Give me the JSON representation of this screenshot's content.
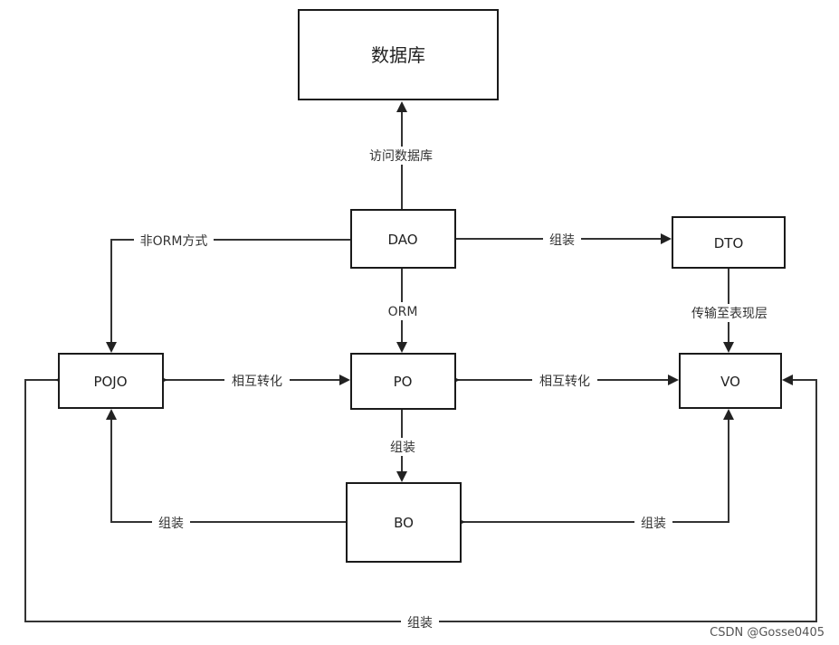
{
  "nodes": {
    "database": "数据库",
    "dao": "DAO",
    "dto": "DTO",
    "pojo": "POJO",
    "po": "PO",
    "vo": "VO",
    "bo": "BO"
  },
  "edges": {
    "dao_to_database": "访问数据库",
    "dao_to_pojo": "非ORM方式",
    "dao_to_dto": "组装",
    "dao_to_po": "ORM",
    "dto_to_vo": "传输至表现层",
    "pojo_po": "相互转化",
    "po_vo": "相互转化",
    "po_to_bo": "组装",
    "bo_pojo": "组装",
    "bo_vo": "组装",
    "bottom_loop": "组装"
  },
  "watermark": "CSDN @Gosse0405"
}
